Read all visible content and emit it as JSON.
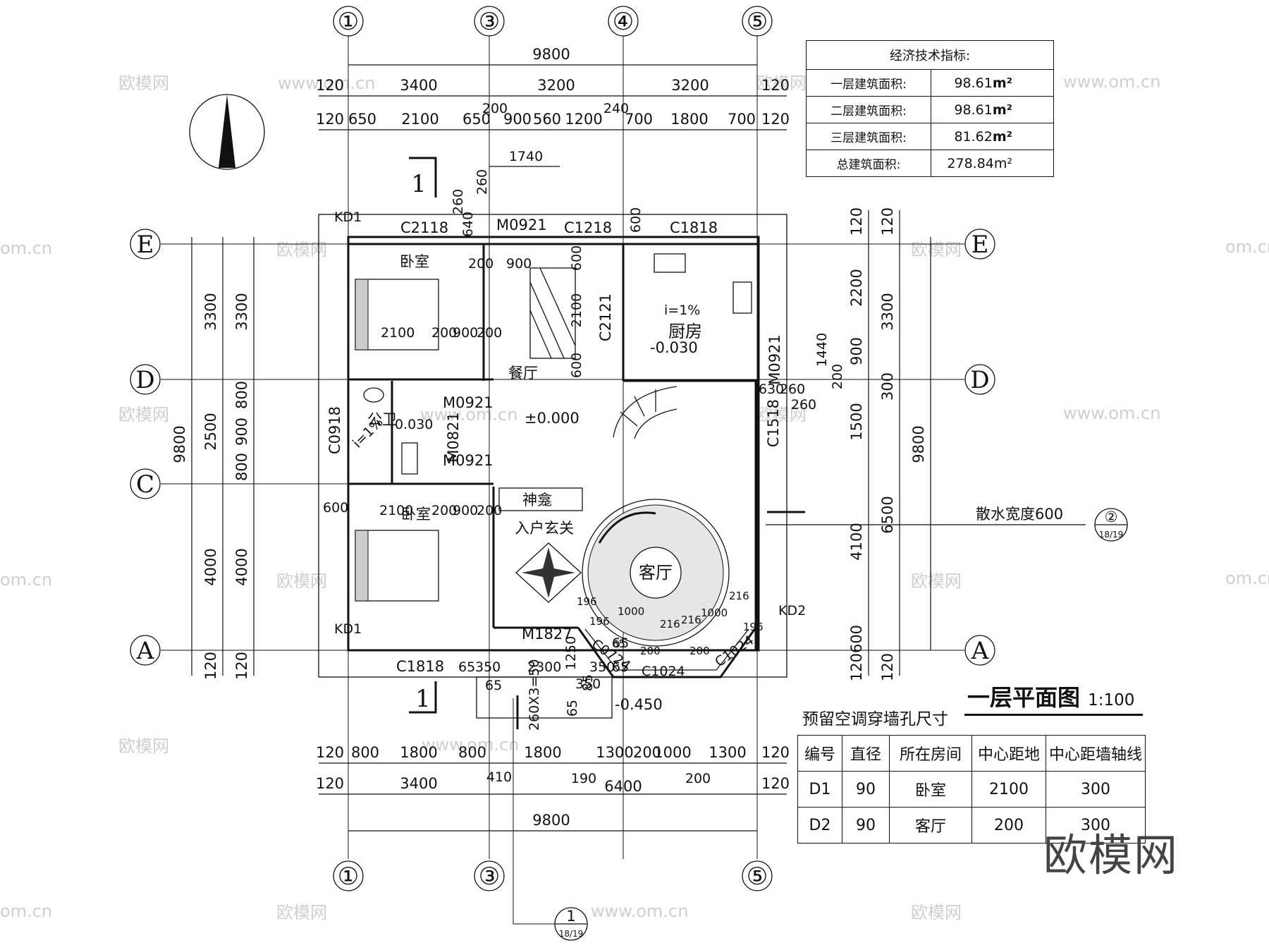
{
  "drawing": {
    "title": "一层平面图",
    "scale": "1:100",
    "axes": {
      "vertical": [
        "①",
        "③",
        "④",
        "⑤"
      ],
      "horizontal": [
        "E",
        "D",
        "C",
        "A"
      ]
    },
    "section_mark": "1",
    "section_ref": "18/19",
    "detail_mark": "②",
    "detail_ref": "18/19",
    "top_dims": {
      "overall": "9800",
      "row2": [
        "120",
        "3400",
        "3200",
        "3200",
        "120"
      ],
      "row3": [
        "120",
        "650",
        "2100",
        "650",
        "900",
        "560",
        "1200",
        "700",
        "1800",
        "700",
        "120"
      ],
      "offsets": [
        "200",
        "240"
      ],
      "step_width": "1740",
      "stair_dims": [
        "260",
        "260",
        "640"
      ]
    },
    "bottom_dims": {
      "row1": [
        "120",
        "800",
        "1800",
        "800",
        "1800",
        "1300",
        "200",
        "1000",
        "1300",
        "120"
      ],
      "row2": [
        "120",
        "3400",
        "6400",
        "120"
      ],
      "offsets": [
        "410",
        "190",
        "200"
      ],
      "overall": "9800"
    },
    "left_dims": {
      "overall": "9800",
      "outer": [
        "3300",
        "2500",
        "4000",
        "120"
      ],
      "inner": [
        "3300",
        "800",
        "900",
        "800",
        "4000",
        "120"
      ]
    },
    "right_dims": {
      "overall": "9800",
      "outer": [
        "120",
        "3300",
        "300",
        "6500",
        "120"
      ],
      "inner": [
        "120",
        "2200",
        "900",
        "1500",
        "4100",
        "600",
        "120"
      ],
      "misc": [
        "1440",
        "200",
        "630",
        "260",
        "260"
      ]
    },
    "rooms": {
      "bedroom_top": "卧室",
      "bedroom_bottom": "卧室",
      "dining": "餐厅",
      "kitchen": "厨房",
      "toilet": "公卫",
      "shrine": "神龛",
      "entrance": "入户玄关",
      "living": "客厅"
    },
    "labels": {
      "kd1_top": "KD1",
      "kd1_bottom": "KD1",
      "kd2": "KD2",
      "c2118": "C2118",
      "m0921_top": "M0921",
      "c1218": "C1218",
      "c1818_top": "C1818",
      "c2121": "C2121",
      "m0921_kitchen": "M0921",
      "c0918": "C0918",
      "m0921_a": "M0921",
      "m0821": "M0821",
      "m0921_b": "M0921",
      "c1518": "C1518",
      "m1827": "M1827",
      "c1818_bottom": "C1818",
      "c0724": "C0724",
      "c1024a": "C1024",
      "c1024b": "C1024",
      "slope_kitchen": "i=1%",
      "slope_toilet": "i=1%",
      "elev_kitchen": "-0.030",
      "elev_toilet": "0.030",
      "elev_main": "±0.000",
      "elev_step": "-0.450",
      "apron": "散水宽度600",
      "stair_step": "260X3=50",
      "bed_dims_top": [
        "2100",
        "200",
        "900",
        "200"
      ],
      "bed_dims_bottom": [
        "2100",
        "200",
        "900",
        "200"
      ],
      "dining_dims": [
        "900",
        "200",
        "600",
        "2100",
        "600",
        "600"
      ],
      "left_600": "600",
      "front_dims": [
        "65",
        "350",
        "2300",
        "350",
        "65",
        "65",
        "350",
        "1250",
        "65",
        "85",
        "65"
      ],
      "bay_dims": [
        "196",
        "1000",
        "196",
        "216",
        "216",
        "1000",
        "216",
        "196",
        "200",
        "200",
        "65"
      ]
    }
  },
  "econ_table": {
    "header": "经济技术指标:",
    "rows": [
      {
        "label": "一层建筑面积:",
        "value": "98.61",
        "unit": "m²"
      },
      {
        "label": "二层建筑面积:",
        "value": "98.61",
        "unit": "m²"
      },
      {
        "label": "三层建筑面积:",
        "value": "81.62",
        "unit": "m²"
      },
      {
        "label": "总建筑面积:",
        "value": "278.84m²",
        "unit": ""
      }
    ]
  },
  "ac_table": {
    "title": "预留空调穿墙孔尺寸",
    "headers": [
      "编号",
      "直径",
      "所在房间",
      "中心距地",
      "中心距墙轴线"
    ],
    "rows": [
      [
        "D1",
        "90",
        "卧室",
        "2100",
        "300"
      ],
      [
        "D2",
        "90",
        "客厅",
        "200",
        "300"
      ]
    ]
  },
  "watermark": {
    "text": "欧模网",
    "domain": "www.om.cn",
    "domain_short": "om.cn",
    "brand": "欧模网"
  }
}
